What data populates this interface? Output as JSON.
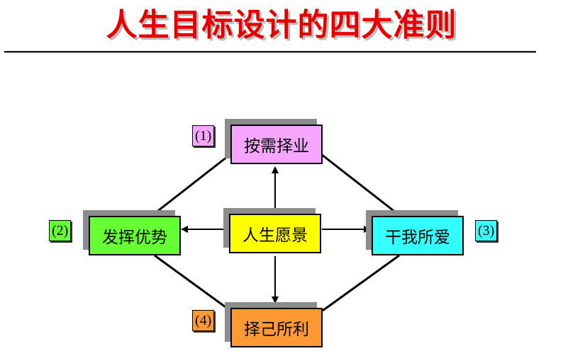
{
  "title": "人生目标设计的四大准则",
  "nodes": {
    "top": {
      "label": "按需择业",
      "tag": "(1)",
      "color": "#f5a6ff",
      "tag_color": "#f5a6ff"
    },
    "left": {
      "label": "发挥优势",
      "tag": "(2)",
      "color": "#66ff33",
      "tag_color": "#66ff33"
    },
    "right": {
      "label": "干我所爱",
      "tag": "(3)",
      "color": "#33ffff",
      "tag_color": "#33ffff"
    },
    "bottom": {
      "label": "择己所利",
      "tag": "(4)",
      "color": "#ff9933",
      "tag_color": "#ff9933"
    },
    "center": {
      "label": "人生愿景",
      "color": "#ffff00"
    }
  }
}
